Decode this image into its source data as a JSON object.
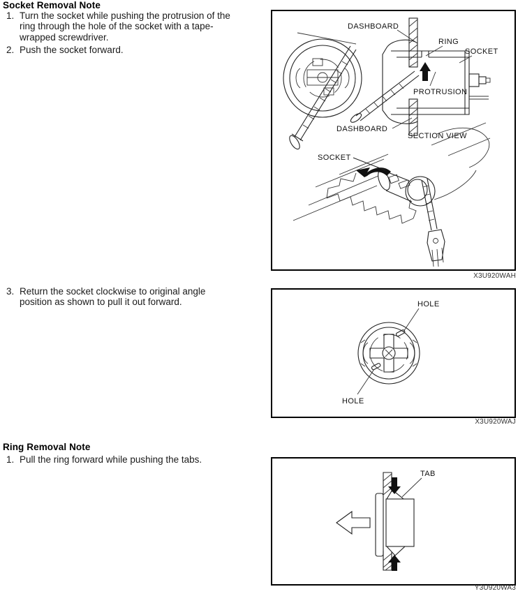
{
  "socket_removal": {
    "heading": "Socket Removal Note",
    "steps": [
      {
        "num": "1.",
        "text": "Turn the socket while pushing the protrusion of the ring through the hole of the socket with a tape-wrapped screwdriver."
      },
      {
        "num": "2.",
        "text": "Push the socket forward."
      },
      {
        "num": "3.",
        "text": "Return the socket clockwise to original angle position as shown to pull it out forward."
      }
    ]
  },
  "ring_removal": {
    "heading": "Ring Removal Note",
    "steps": [
      {
        "num": "1.",
        "text": "Pull the ring forward while pushing the tabs."
      }
    ]
  },
  "figures": {
    "fig1": {
      "labels": {
        "dashboard_top": "DASHBOARD",
        "ring": "RING",
        "socket": "SOCKET",
        "protrusion": "PROTRUSION",
        "dashboard_bottom": "DASHBOARD",
        "section_view": "SECTION VIEW",
        "socket_lower": "SOCKET"
      },
      "code": "X3U920WAH"
    },
    "fig2": {
      "labels": {
        "hole_top": "HOLE",
        "hole_bottom": "HOLE"
      },
      "code": "X3U920WAJ"
    },
    "fig3": {
      "labels": {
        "tab": "TAB"
      },
      "code": "Y3U920WA3"
    }
  },
  "colors": {
    "ink": "#111111",
    "line": "#222222",
    "background": "#ffffff"
  }
}
